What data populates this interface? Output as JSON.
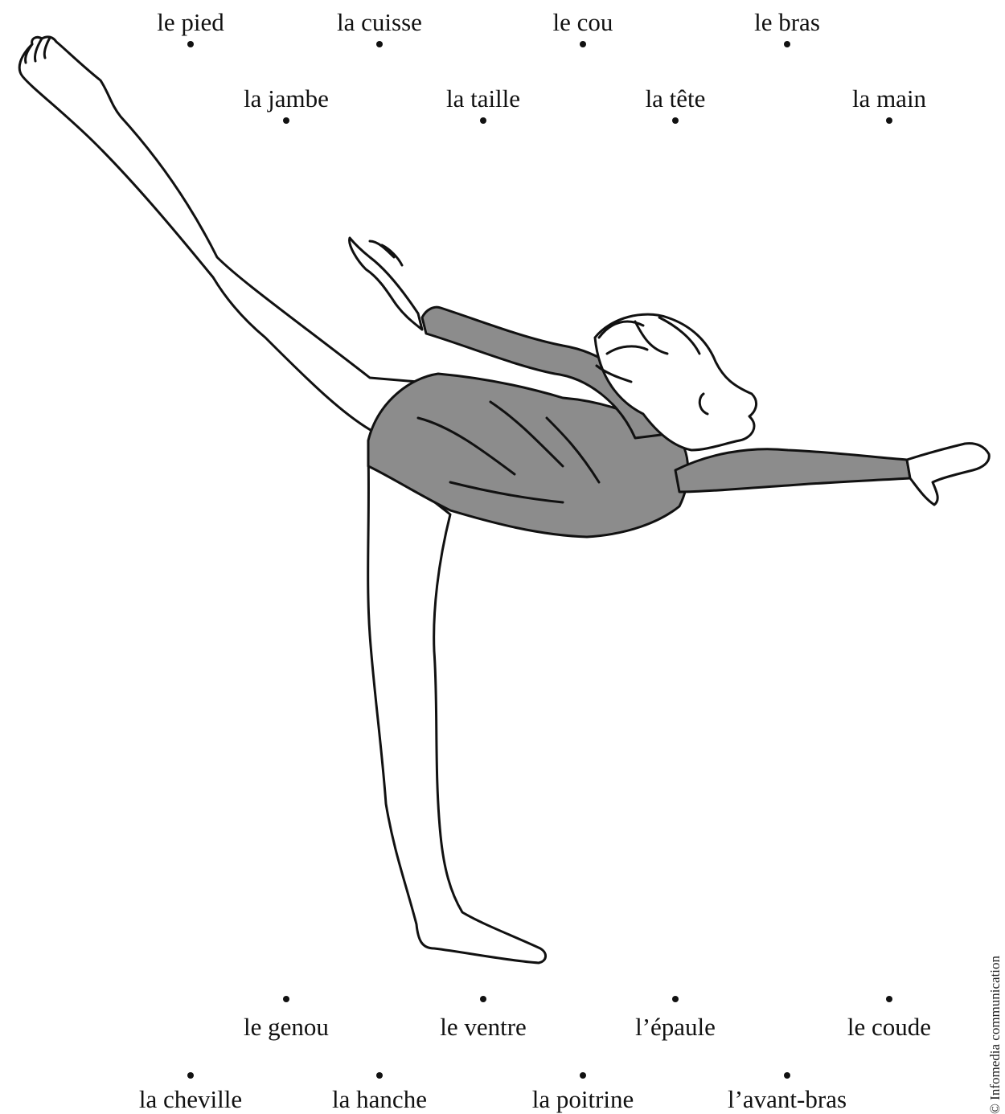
{
  "labels": {
    "top_row1": [
      "le pied",
      "la cuisse",
      "le cou",
      "le bras"
    ],
    "top_row2": [
      "la jambe",
      "la taille",
      "la tête",
      "la main"
    ],
    "bottom_row1": [
      "le genou",
      "le ventre",
      "l’épaule",
      "le coude"
    ],
    "bottom_row2": [
      "la cheville",
      "la hanche",
      "la poitrine",
      "l’avant-bras"
    ]
  },
  "copyright": "© Infomedia communication",
  "colors": {
    "leotard": "#8c8c8c",
    "ink": "#111111",
    "skin": "#ffffff"
  }
}
